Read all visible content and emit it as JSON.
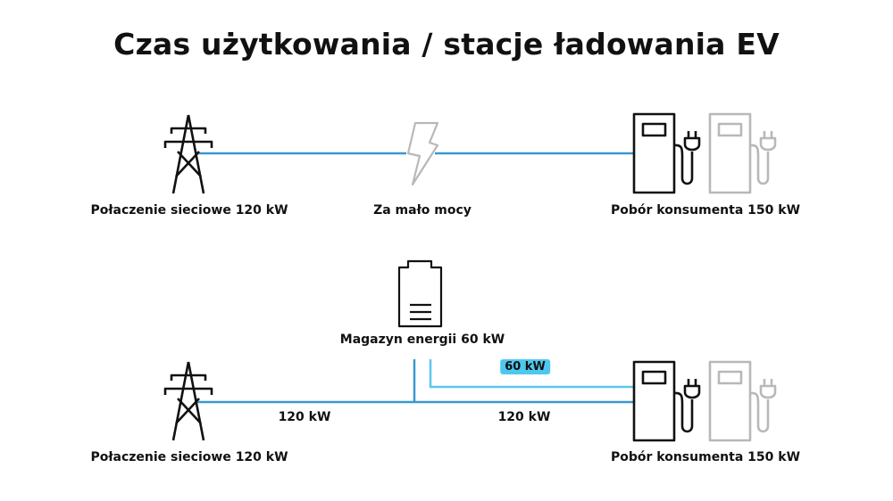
{
  "title": "Czas użytkowania / stacje ładowania EV",
  "colors": {
    "line_main": "#3a97cf",
    "line_storage": "#5cc6f0",
    "badge": "#4fc8ef",
    "icon_active": "#111111",
    "icon_inactive": "#b8b8b8"
  },
  "scenario_1": {
    "grid_label": "Połaczenie sieciowe 120 kW",
    "middle_label": "Za mało mocy",
    "consumer_label": "Pobór konsumenta 150 kW",
    "icons": [
      "power-tower-icon",
      "lightning-bolt-icon",
      "ev-charger-icon",
      "ev-charger-icon"
    ]
  },
  "scenario_2": {
    "storage_label": "Magazyn energii 60 kW",
    "storage_flow_badge": "60 kW",
    "grid_flow_left": "120 kW",
    "grid_flow_right": "120 kW",
    "grid_label": "Połaczenie sieciowe 120 kW",
    "consumer_label": "Pobór konsumenta 150 kW",
    "icons": [
      "power-tower-icon",
      "battery-icon",
      "ev-charger-icon",
      "ev-charger-icon"
    ]
  }
}
